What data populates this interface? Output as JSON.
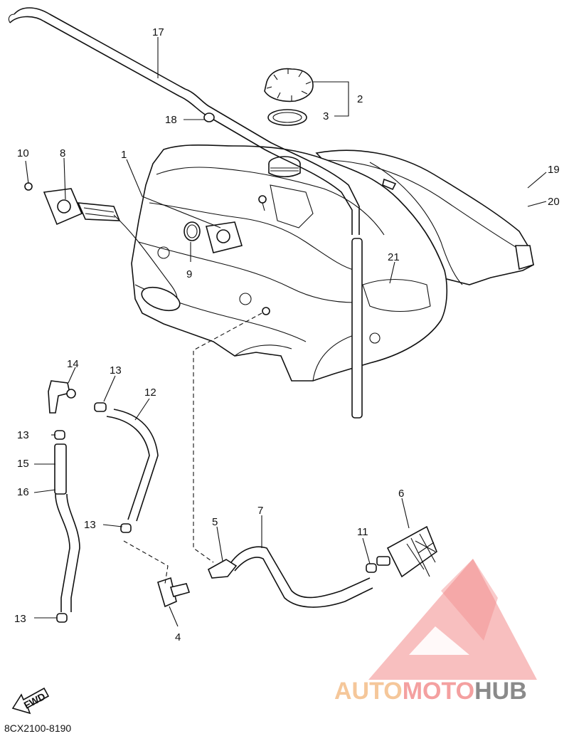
{
  "diagram": {
    "callouts": [
      {
        "id": "17",
        "label": "17"
      },
      {
        "id": "2",
        "label": "2"
      },
      {
        "id": "3",
        "label": "3"
      },
      {
        "id": "18",
        "label": "18"
      },
      {
        "id": "10",
        "label": "10"
      },
      {
        "id": "8",
        "label": "8"
      },
      {
        "id": "1",
        "label": "1"
      },
      {
        "id": "19",
        "label": "19"
      },
      {
        "id": "20",
        "label": "20"
      },
      {
        "id": "9",
        "label": "9"
      },
      {
        "id": "21",
        "label": "21"
      },
      {
        "id": "14",
        "label": "14"
      },
      {
        "id": "13a",
        "label": "13"
      },
      {
        "id": "12",
        "label": "12"
      },
      {
        "id": "13b",
        "label": "13"
      },
      {
        "id": "15",
        "label": "15"
      },
      {
        "id": "16",
        "label": "16"
      },
      {
        "id": "6",
        "label": "6"
      },
      {
        "id": "7",
        "label": "7"
      },
      {
        "id": "5",
        "label": "5"
      },
      {
        "id": "13c",
        "label": "13"
      },
      {
        "id": "11",
        "label": "11"
      },
      {
        "id": "4",
        "label": "4"
      },
      {
        "id": "13d",
        "label": "13"
      }
    ],
    "fwd_label": "FWD",
    "diagram_code": "8CX2100-8190"
  },
  "watermark": {
    "part1": "AUTO",
    "part2": "MOTO",
    "part3": "HUB",
    "colors": {
      "auto": "#f5c79a",
      "moto": "#f4a0a0",
      "hub": "#8a8a8a",
      "logo": "#f28b8b"
    }
  }
}
